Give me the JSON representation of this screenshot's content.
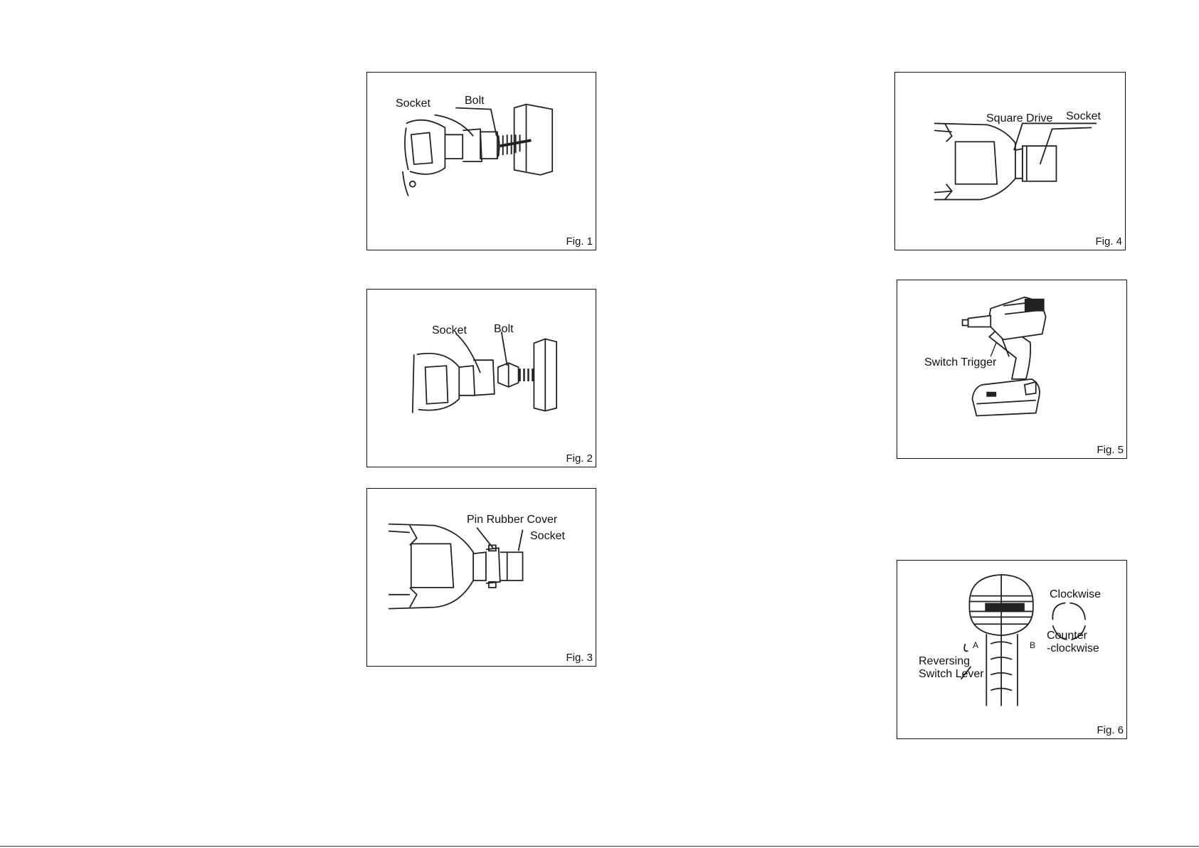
{
  "fig1": {
    "caption": "Fig. 1",
    "label_socket": "Socket",
    "label_bolt": "Bolt"
  },
  "fig2": {
    "caption": "Fig. 2",
    "label_socket": "Socket",
    "label_bolt": "Bolt"
  },
  "fig3": {
    "caption": "Fig. 3",
    "label_pin": "Pin Rubber Cover",
    "label_socket": "Socket"
  },
  "fig4": {
    "caption": "Fig. 4",
    "label_drive": "Square Drive",
    "label_socket": "Socket"
  },
  "fig5": {
    "caption": "Fig. 5",
    "label_trigger": "Switch Trigger"
  },
  "fig6": {
    "caption": "Fig. 6",
    "label_cw": "Clockwise",
    "label_ccw1": "Counter",
    "label_ccw2": "-clockwise",
    "label_rev1": "Reversing",
    "label_rev2": "Switch Lever",
    "label_a": "A",
    "label_b": "B"
  }
}
